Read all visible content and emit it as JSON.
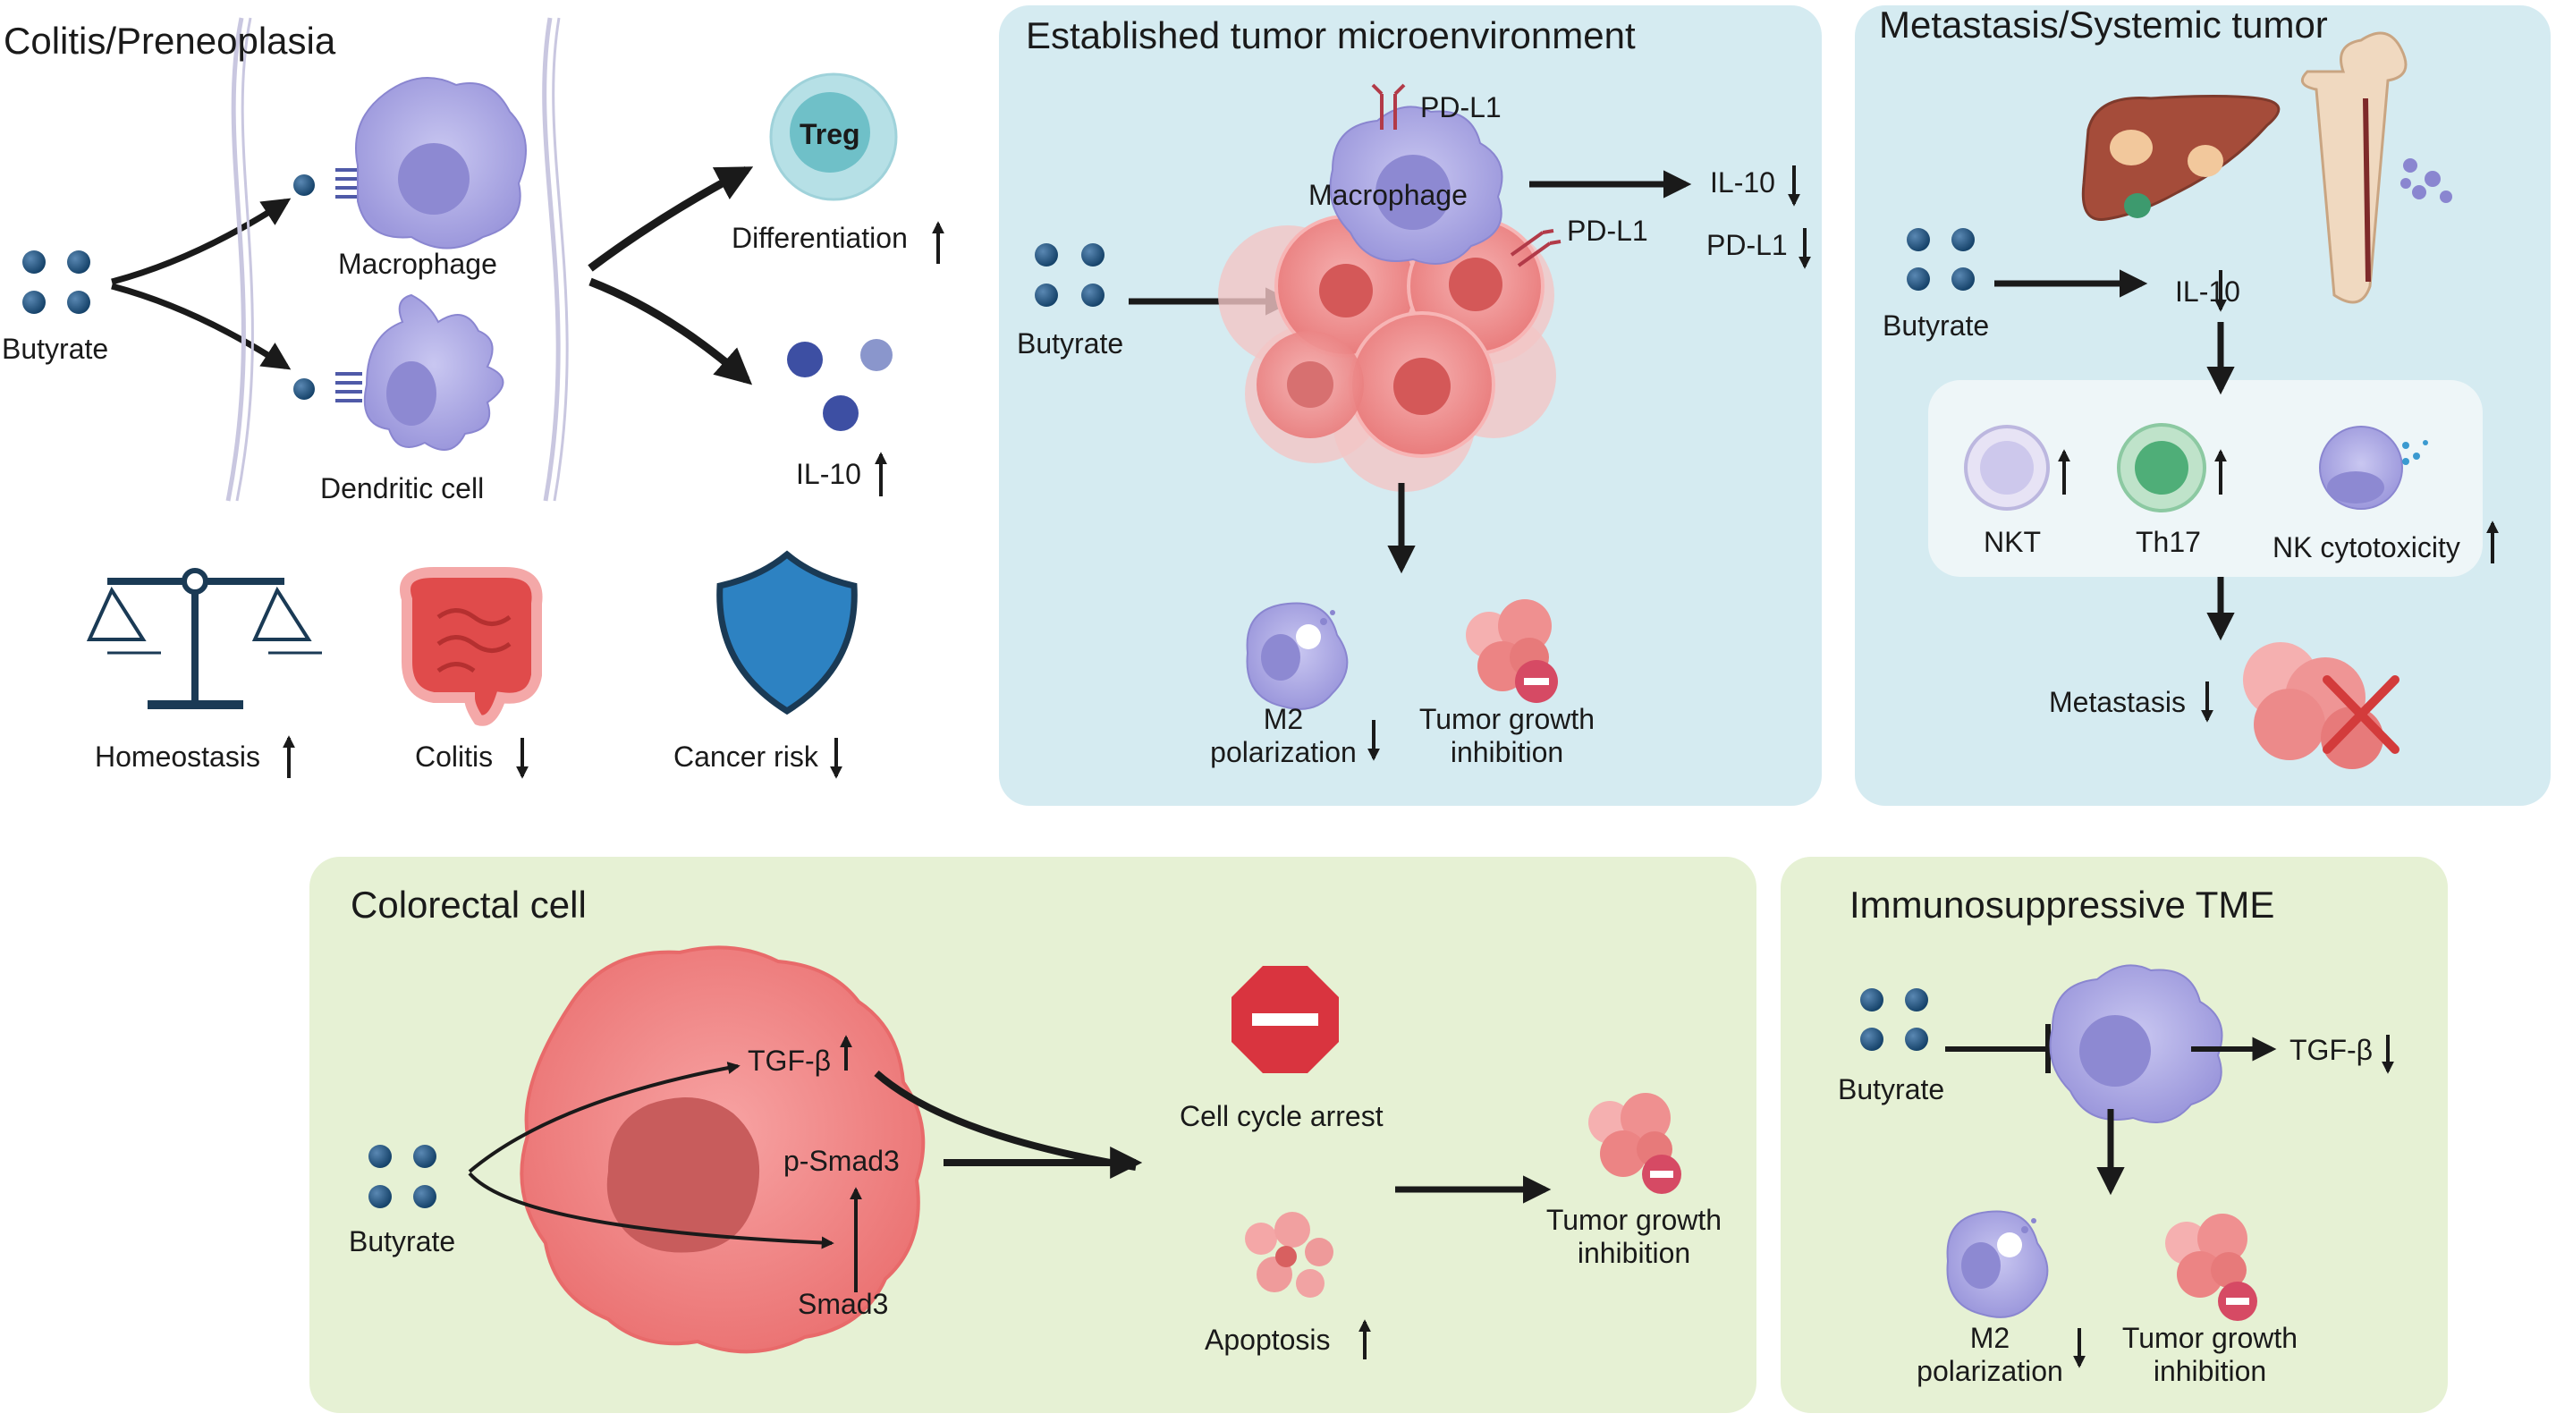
{
  "colitis": {
    "title": "Colitis/Preneoplasia",
    "butyrate": "Butyrate",
    "macrophage": "Macrophage",
    "dendritic": "Dendritic cell",
    "treg": "Treg",
    "differentiation": "Differentiation",
    "il10": "IL-10",
    "homeostasis": "Homeostasis",
    "colitis_label": "Colitis",
    "cancer_risk": "Cancer risk"
  },
  "established": {
    "title": "Established tumor microenvironment",
    "butyrate": "Butyrate",
    "pdl1_top": "PD-L1",
    "pdl1_right": "PD-L1",
    "macrophage": "Macrophage",
    "il10": "IL-10",
    "pdl1_out": "PD-L1",
    "m2_line1": "M2",
    "m2_line2": "polarization",
    "tgi_line1": "Tumor growth",
    "tgi_line2": "inhibition"
  },
  "metastasis": {
    "title": "Metastasis/Systemic tumor",
    "butyrate": "Butyrate",
    "il10": "IL-10",
    "nkt": "NKT",
    "th17": "Th17",
    "nk": "NK cytotoxicity",
    "metastasis": "Metastasis"
  },
  "colorectal": {
    "title": "Colorectal cell",
    "butyrate": "Butyrate",
    "tgfb": "TGF-β",
    "psmad3": "p-Smad3",
    "smad3": "Smad3",
    "cell_cycle": "Cell cycle arrest",
    "apoptosis": "Apoptosis",
    "tgi_line1": "Tumor growth",
    "tgi_line2": "inhibition"
  },
  "immuno": {
    "title": "Immunosuppressive TME",
    "butyrate": "Butyrate",
    "tgfb": "TGF-β",
    "m2_line1": "M2",
    "m2_line2": "polarization",
    "tgi_line1": "Tumor growth",
    "tgi_line2": "inhibition"
  },
  "colors": {
    "panel_blue": "#d5ebf1",
    "panel_green": "#e6f1d4",
    "butyrate_dot": "#1f5a85",
    "macrophage": "#a9a6e3",
    "tumor": "#ef8d8d",
    "treg": "#6fc0c8"
  }
}
